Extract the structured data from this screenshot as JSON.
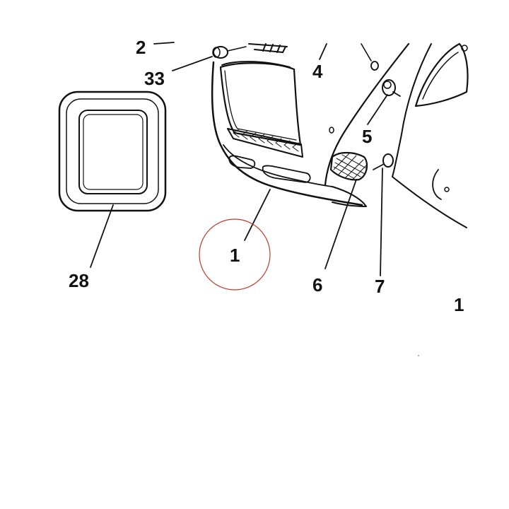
{
  "colors": {
    "ink": "#111111",
    "highlight_circle": "#c0392b",
    "background": "#ffffff"
  },
  "callouts": {
    "c2": "2",
    "c33": "33",
    "c4": "4",
    "c5": "5",
    "c28": "28",
    "c1_main": "1",
    "c6": "6",
    "c7": "7",
    "c1_right": "1"
  },
  "highlighted_callout": "1"
}
